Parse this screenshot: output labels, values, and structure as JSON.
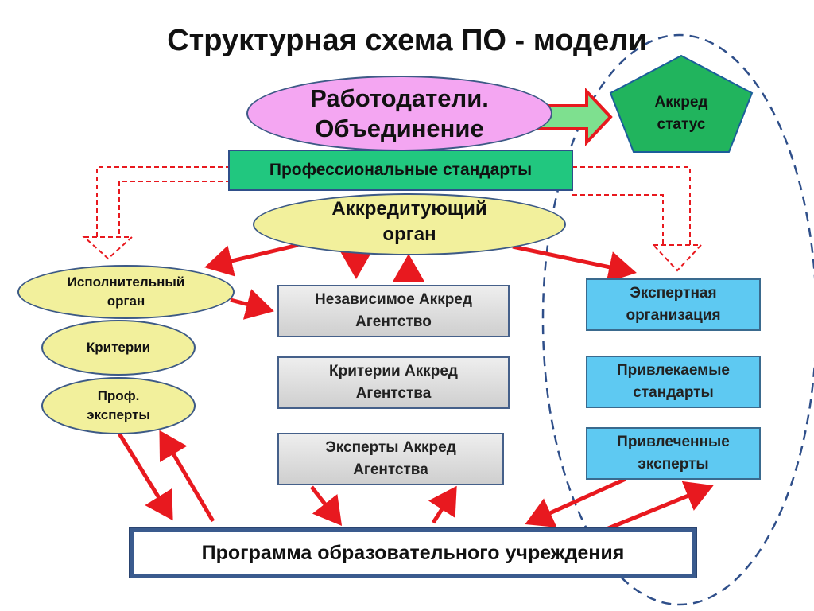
{
  "title": "Структурная схема ПО - модели",
  "employers": {
    "line1": "Работодатели.",
    "line2": "Объединение"
  },
  "accred_status": {
    "line1": "Аккред",
    "line2": "статус"
  },
  "prof_standards": "Профессиональные стандарты",
  "accrediting_body": {
    "line1": "Аккредитующий",
    "line2": "орган"
  },
  "executive_body": {
    "line1": "Исполнительный",
    "line2": "орган"
  },
  "criteria": "Критерии",
  "prof_experts": {
    "line1": "Проф.",
    "line2": "эксперты"
  },
  "independent_agency": {
    "line1": "Независимое Аккред",
    "line2": "Агентство"
  },
  "agency_criteria": {
    "line1": "Критерии Аккред",
    "line2": "Агентства"
  },
  "agency_experts": {
    "line1": "Эксперты Аккред",
    "line2": "Агентства"
  },
  "expert_org": {
    "line1": "Экспертная",
    "line2": "организация"
  },
  "attracted_standards": {
    "line1": "Привлекаемые",
    "line2": "стандарты"
  },
  "attracted_experts": {
    "line1": "Привлеченные",
    "line2": "эксперты"
  },
  "program": "Программа образовательного учреждения",
  "colors": {
    "employers": "#f4a6f2",
    "green": "#7ee08f",
    "yellow": "#f2f09c",
    "blue": "#5ec9f2",
    "arrow": "#e8191f",
    "pentagon": "#21b45d",
    "dashed_oval": "#2f4f8a"
  }
}
